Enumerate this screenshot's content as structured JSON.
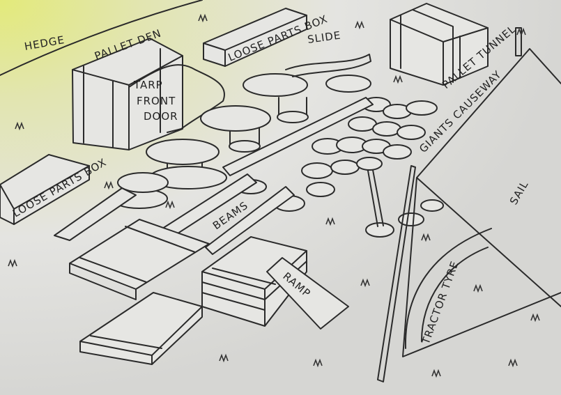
{
  "labels": {
    "hedge": "HEDGE",
    "loose_parts_box_top": "LOOSE PARTS BOX",
    "slide": "SLIDE",
    "pallet_tunnel": "PALLET TUNNEL",
    "pallet_den": "PALLET DEN",
    "tarp_front_door": [
      "TARP",
      "FRONT",
      "DOOR"
    ],
    "giants_causeway": "GIANTS CAUSEWAY",
    "loose_parts_box_left": "LOOSE PARTS BOX",
    "beams": "BEAMS",
    "sail": "SAIL",
    "ramp": "RAMP",
    "tractor_tyre": "TRACTOR TYRE"
  },
  "colors": {
    "paper": "#e4e4e1",
    "hedge_tint": "#e6ec8a",
    "ink": "#2a2a2a"
  }
}
